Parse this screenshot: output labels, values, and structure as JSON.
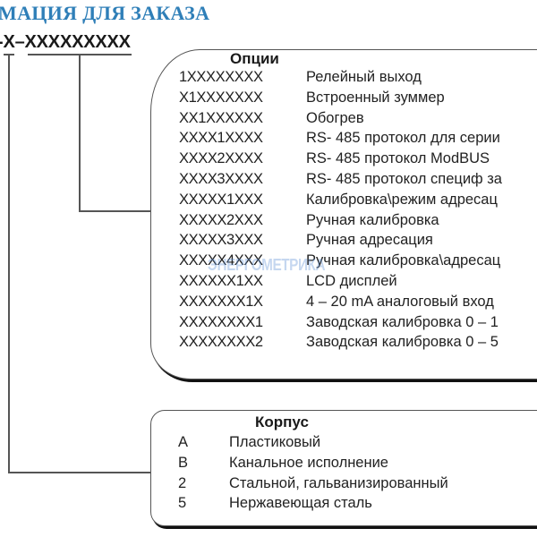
{
  "title": "МАЦИЯ ДЛЯ ЗАКАЗА",
  "order_code": "-X–XXXXXXXXX",
  "options": {
    "heading": "Опции",
    "items": [
      {
        "code": "1XXXXXXXX",
        "desc": "Релейный выход"
      },
      {
        "code": "X1XXXXXXX",
        "desc": "Встроенный зуммер"
      },
      {
        "code": "XX1XXXXXX",
        "desc": "Обогрев"
      },
      {
        "code": "XXXX1XXXX",
        "desc": "RS- 485 протокол для серии"
      },
      {
        "code": "XXXX2XXXX",
        "desc": "RS- 485 протокол ModBUS"
      },
      {
        "code": "XXXX3XXXX",
        "desc": "RS- 485 протокол специф за"
      },
      {
        "code": "XXXXX1XXX",
        "desc": "Калибровка\\режим адресац"
      },
      {
        "code": "XXXXX2XXX",
        "desc": "Ручная калибровка"
      },
      {
        "code": "XXXXX3XXX",
        "desc": "Ручная адресация"
      },
      {
        "code": "XXXXX4XXX",
        "desc": "Ручная калибровка\\адресац"
      },
      {
        "code": "XXXXXX1XX",
        "desc": "LCD дисплей"
      },
      {
        "code": "XXXXXXX1X",
        "desc": "4 – 20 mA аналоговый вход"
      },
      {
        "code": "XXXXXXXX1",
        "desc": "Заводская калибровка 0 – 1"
      },
      {
        "code": "XXXXXXXX2",
        "desc": "Заводская калибровка 0 – 5"
      }
    ]
  },
  "housing": {
    "heading": "Корпус",
    "items": [
      {
        "code": "A",
        "desc": "Пластиковый"
      },
      {
        "code": "B",
        "desc": "Канальное исполнение"
      },
      {
        "code": "2",
        "desc": "Стальной, гальванизированный"
      },
      {
        "code": "5",
        "desc": "Нержавеющая сталь"
      }
    ]
  },
  "watermark": "ЭНЕРГОМЕТРИКА",
  "colors": {
    "title": "#2f7fb8",
    "watermark": "#5b8fd6"
  }
}
